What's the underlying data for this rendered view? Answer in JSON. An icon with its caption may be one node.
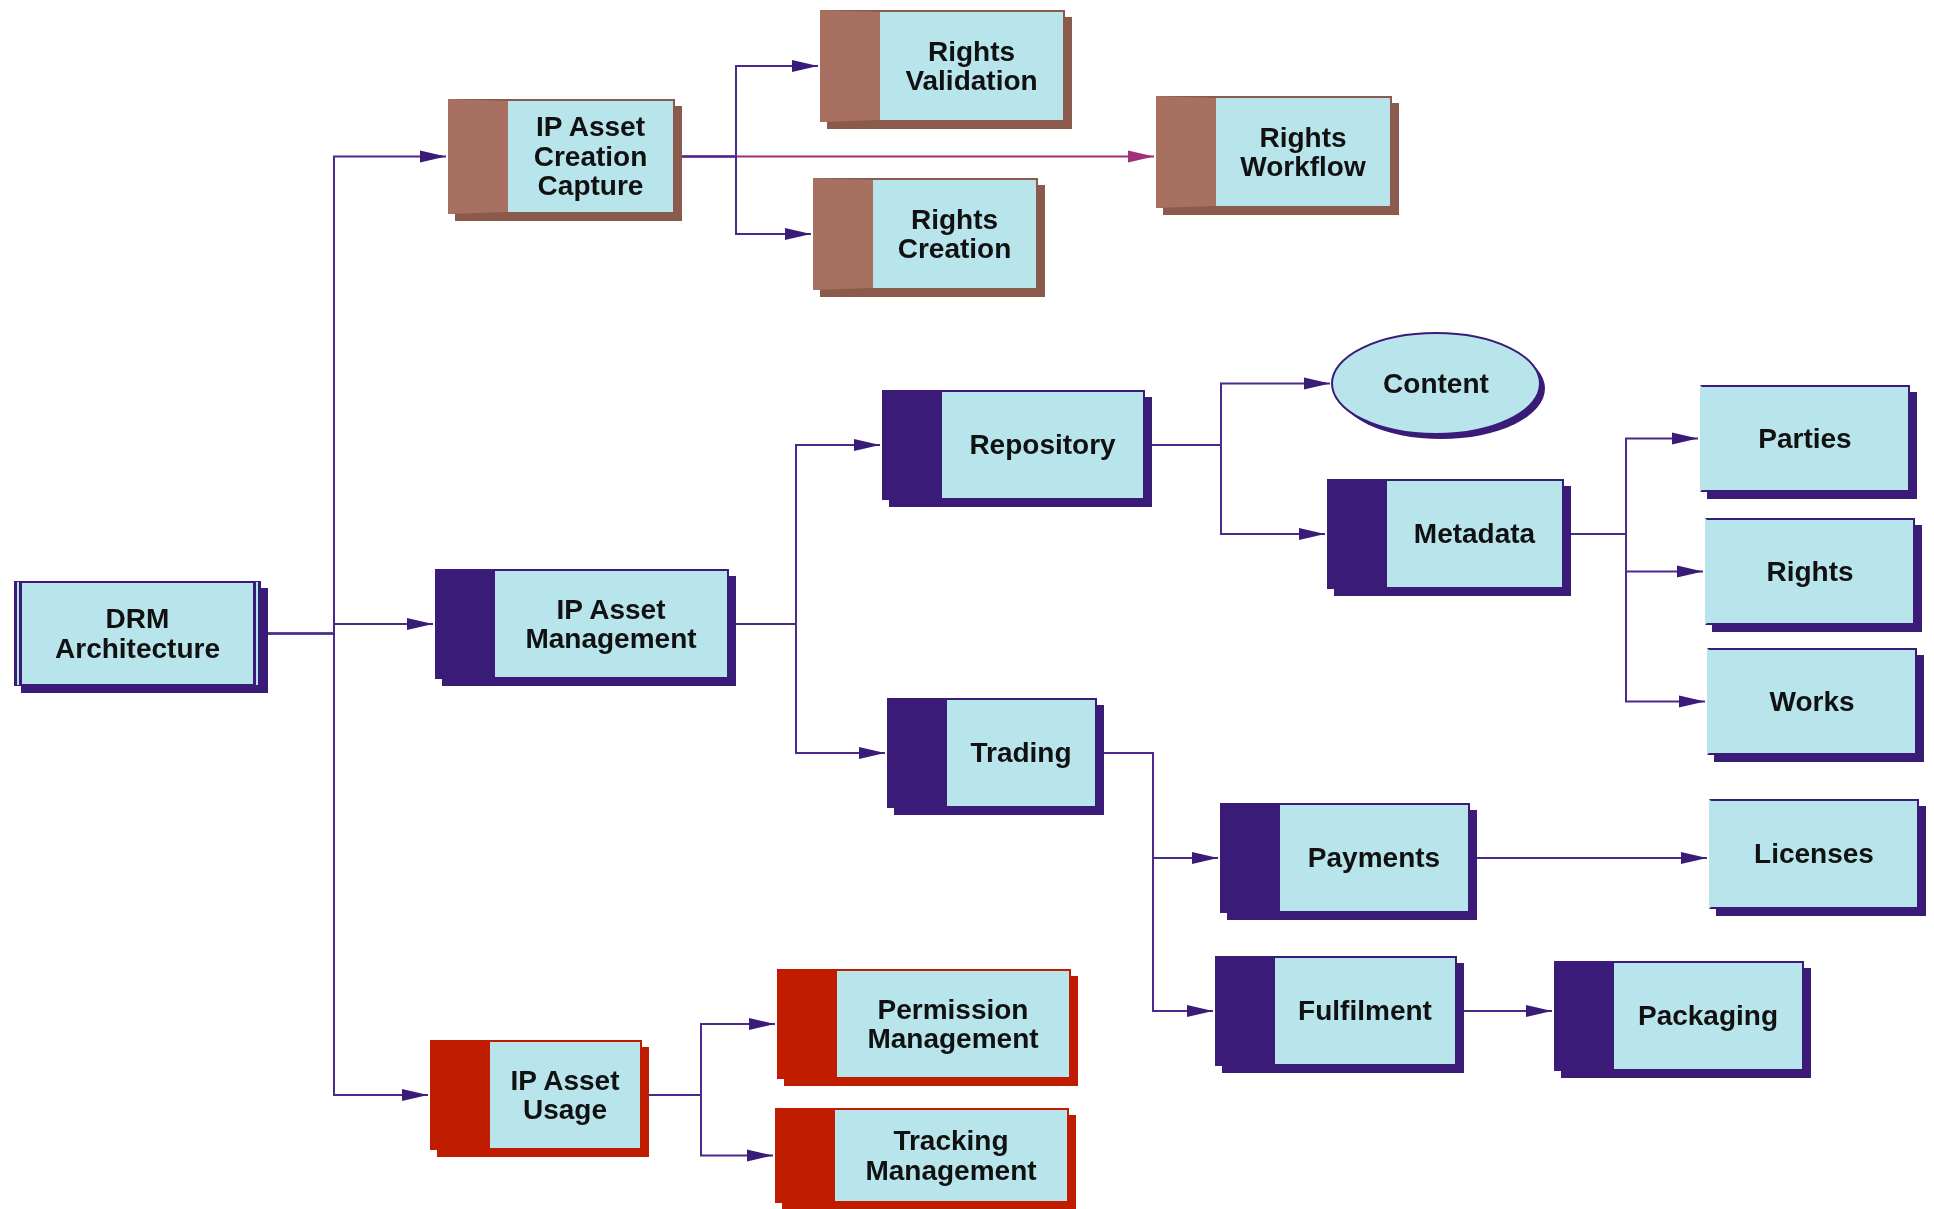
{
  "diagram": {
    "nodes": [
      {
        "text": [
          "DRM Architecture"
        ]
      },
      {
        "text": [
          "IP Asset Creation Capture"
        ]
      },
      {
        "text": [
          "Rights Validation"
        ]
      },
      {
        "text": [
          "Rights Workflow"
        ]
      },
      {
        "text": [
          "Rights Creation"
        ]
      },
      {
        "text": [
          "IP Asset Management"
        ]
      },
      {
        "text": [
          "Repository"
        ]
      },
      {
        "text": [
          "Content"
        ]
      },
      {
        "text": [
          "Metadata"
        ]
      },
      {
        "text": [
          "Parties"
        ]
      },
      {
        "text": [
          "Rights"
        ]
      },
      {
        "text": [
          "Works"
        ]
      },
      {
        "text": [
          "Trading"
        ]
      },
      {
        "text": [
          "Payments"
        ]
      },
      {
        "text": [
          "Licenses"
        ]
      },
      {
        "text": [
          "Fulfilment"
        ]
      },
      {
        "text": [
          "Packaging"
        ]
      },
      {
        "text": [
          "IP Asset Usage"
        ]
      },
      {
        "text": [
          "Permission Management"
        ]
      },
      {
        "text": [
          "Tracking Management"
        ]
      }
    ],
    "edges": [
      {
        "from": 0,
        "to": 1,
        "arrow": "to"
      },
      {
        "from": 0,
        "to": 5,
        "arrow": "to"
      },
      {
        "from": 0,
        "to": 17,
        "arrow": "to"
      },
      {
        "from": 1,
        "to": 2,
        "arrow": "to"
      },
      {
        "from": 1,
        "to": 3,
        "arrow": "to",
        "color": "#a0307a"
      },
      {
        "from": 1,
        "to": 4,
        "arrow": "to"
      },
      {
        "from": 5,
        "to": 6,
        "arrow": "to"
      },
      {
        "from": 5,
        "to": 12,
        "arrow": "to"
      },
      {
        "from": 6,
        "to": 7,
        "arrow": "to"
      },
      {
        "from": 6,
        "to": 8,
        "arrow": "to"
      },
      {
        "from": 8,
        "to": 9,
        "arrow": "to"
      },
      {
        "from": 8,
        "to": 10,
        "arrow": "to"
      },
      {
        "from": 8,
        "to": 11,
        "arrow": "to"
      },
      {
        "from": 12,
        "to": 13,
        "arrow": "to"
      },
      {
        "from": 12,
        "to": 15,
        "arrow": "to"
      },
      {
        "from": 13,
        "to": 14,
        "arrow": "to"
      },
      {
        "from": 15,
        "to": 16,
        "arrow": "to"
      },
      {
        "from": 17,
        "to": 18,
        "arrow": "to"
      },
      {
        "from": 17,
        "to": 19,
        "arrow": "to"
      }
    ]
  }
}
